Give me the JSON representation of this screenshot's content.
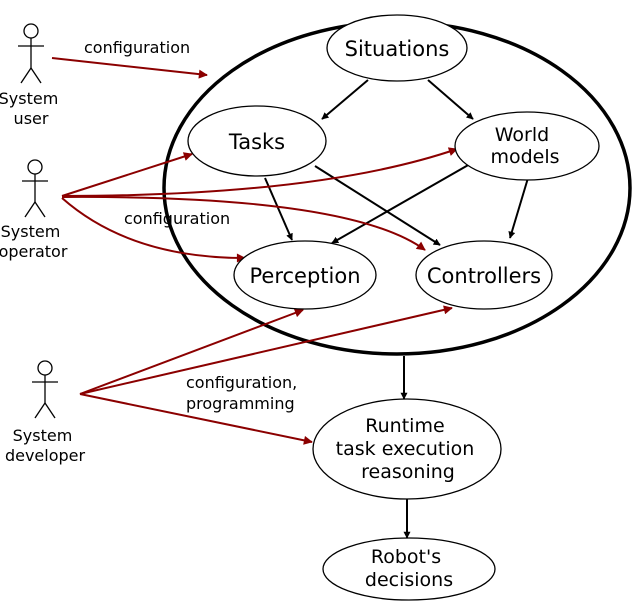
{
  "colors": {
    "config_arrow": "#8b0000",
    "dependency_arrow": "#000000"
  },
  "nodes": {
    "situations": "Situations",
    "tasks": "Tasks",
    "world_models": [
      "World",
      "models"
    ],
    "perception": "Perception",
    "controllers": "Controllers",
    "runtime": [
      "Runtime",
      "task execution",
      "reasoning"
    ],
    "decisions": [
      "Robot's",
      "decisions"
    ]
  },
  "actors": {
    "user": [
      "System",
      "user"
    ],
    "operator": [
      "System",
      "operator"
    ],
    "developer": [
      "System",
      "developer"
    ]
  },
  "edge_labels": {
    "user_config": "configuration",
    "operator_config": "configuration",
    "developer_config": [
      "configuration,",
      "programming"
    ]
  }
}
